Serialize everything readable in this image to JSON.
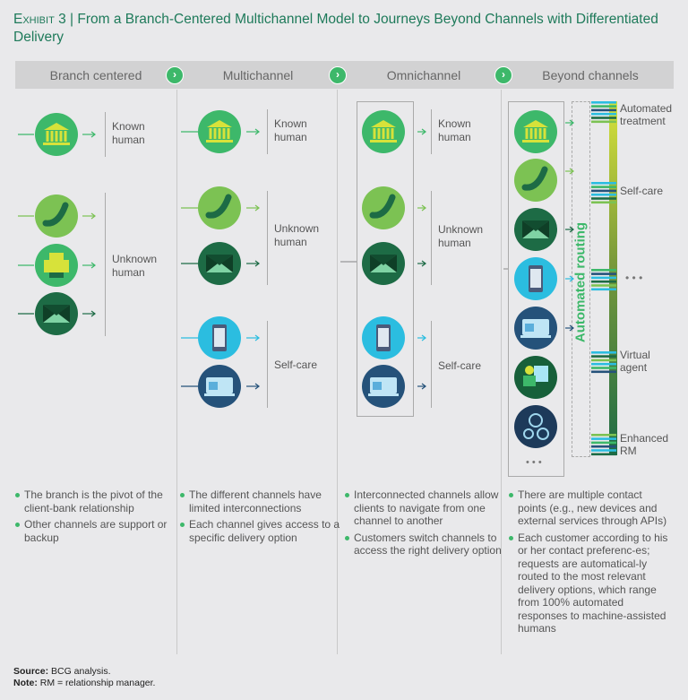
{
  "title": {
    "exhibit": "Exhibit 3",
    "separator": "|",
    "text": "From a Branch-Centered Multichannel Model to Journeys Beyond Channels with Differentiated Delivery"
  },
  "stages": [
    "Branch centered",
    "Multichannel",
    "Omnichannel",
    "Beyond channels"
  ],
  "labels": {
    "c1": [
      "Known human",
      "Unknown human"
    ],
    "c2": [
      "Known human",
      "Unknown human",
      "Self-care"
    ],
    "c3": [
      "Known human",
      "Unknown human",
      "Self-care"
    ],
    "c4": [
      "Automated treatment",
      "Self-care",
      "• • •",
      "Virtual agent",
      "Enhanced RM"
    ],
    "routing": "Automated routing",
    "more": "• • •"
  },
  "icons": {
    "c1": [
      "bank-icon",
      "phone-icon",
      "fax-icon",
      "mail-icon"
    ],
    "c2": [
      "bank-icon",
      "phone-icon",
      "mail-icon",
      "mobile-icon",
      "web-icon"
    ],
    "c3": [
      "bank-icon",
      "phone-icon",
      "mail-icon",
      "mobile-icon",
      "web-icon"
    ],
    "c4": [
      "bank-icon",
      "phone-icon",
      "mail-icon",
      "mobile-icon",
      "web-icon",
      "chat-icon",
      "network-icon"
    ]
  },
  "bullets": {
    "c1": [
      "The branch is the pivot of the client-bank relationship",
      "Other channels are support or backup"
    ],
    "c2": [
      "The different channels have limited interconnections",
      "Each channel gives access to a specific delivery option"
    ],
    "c3": [
      "Interconnected channels allow clients to navigate from one channel to another",
      "Customers switch channels to access the right delivery option"
    ],
    "c4": [
      "There are multiple contact points (e.g., new devices and external services through APIs)",
      "Each customer according to his or her contact preferenc-es; requests are automatical-ly routed to the most relevant delivery options, which range from 100% automated responses to machine-assisted humans"
    ]
  },
  "source": {
    "label": "Source:",
    "text": "BCG analysis.",
    "note_label": "Note:",
    "note": "RM = relationship manager."
  },
  "colors": {
    "green": "#3db86a",
    "dark_green": "#1d6b45",
    "light_green": "#7cc253",
    "cyan": "#2bbde0",
    "navy": "#25527a",
    "yellow": "#d7e23a"
  }
}
